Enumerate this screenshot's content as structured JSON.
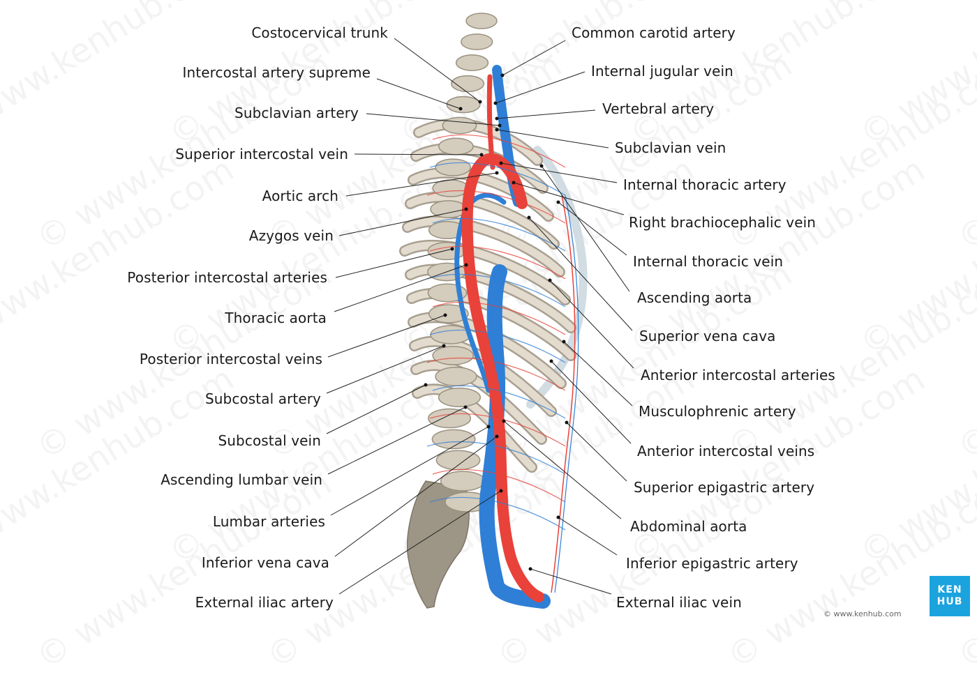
{
  "colors": {
    "artery": "#e8423a",
    "vein": "#2f7fd6",
    "bone": "#cfc6b6",
    "bone_shade": "#a89f90",
    "cartilage": "#c9d6de",
    "leader": "#222222",
    "brand": "#1ba3de"
  },
  "watermark": "© www.kenhub.com",
  "brand": {
    "logo_top": "KEN",
    "logo_bottom": "HUB",
    "url": "© www.kenhub.com"
  },
  "labels_left": [
    "Costocervical trunk",
    "Intercostal artery supreme",
    "Subclavian artery",
    "Superior intercostal vein",
    "Aortic arch",
    "Azygos vein",
    "Posterior intercostal arteries",
    "Thoracic aorta",
    "Posterior intercostal veins",
    "Subcostal artery",
    "Subcostal vein",
    "Ascending lumbar vein",
    "Lumbar arteries",
    "Inferior vena cava",
    "External iliac artery"
  ],
  "labels_right": [
    "Common carotid artery",
    "Internal jugular vein",
    "Vertebral artery",
    "Subclavian vein",
    "Internal thoracic artery",
    "Right brachiocephalic vein",
    "Internal thoracic vein",
    "Ascending aorta",
    "Superior vena cava",
    "Anterior intercostal arteries",
    "Musculophrenic artery",
    "Anterior intercostal veins",
    "Superior epigastric artery",
    "Abdominal aorta",
    "Inferior epigastric artery",
    "External iliac vein"
  ]
}
